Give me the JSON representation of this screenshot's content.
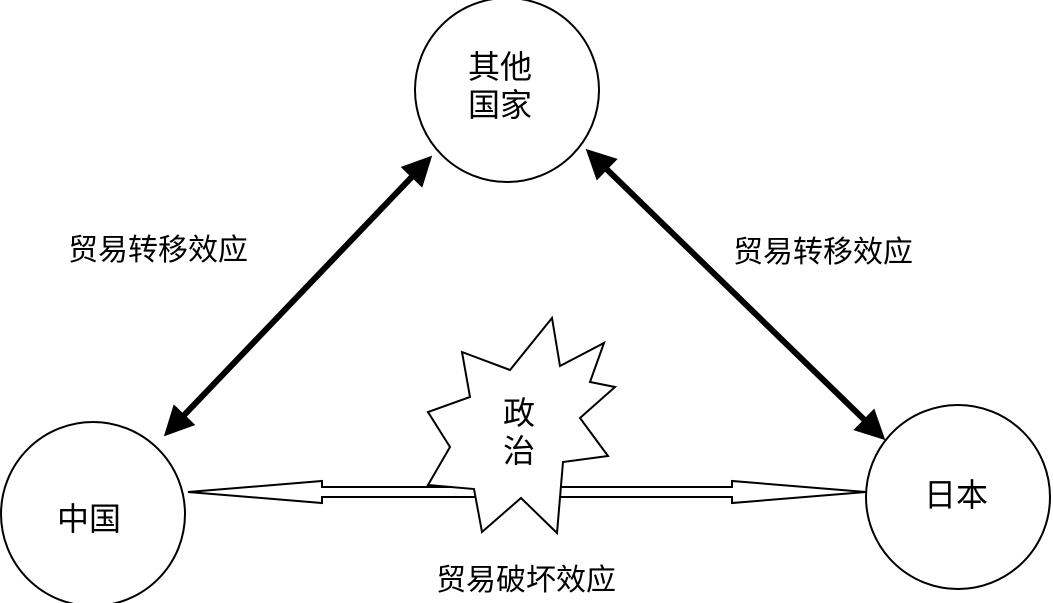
{
  "nodes": {
    "others": {
      "line1": "其他",
      "line2": "国家"
    },
    "china": {
      "label": "中国"
    },
    "japan": {
      "label": "日本"
    },
    "politics": {
      "line1": "政",
      "line2": "治"
    }
  },
  "edges": {
    "left_label": "贸易转移效应",
    "right_label": "贸易转移效应",
    "bottom_label": "贸易破坏效应"
  },
  "colors": {
    "stroke": "#000000",
    "fill": "#ffffff"
  }
}
